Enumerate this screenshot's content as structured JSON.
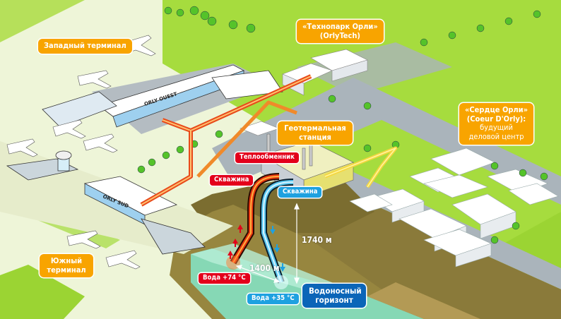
{
  "labels": {
    "west_terminal": "Западный терминал",
    "orlytech_line1": "«Технопарк Орли»",
    "orlytech_line2": "(OrlyTech)",
    "coeur_line1": "«Сердце Орли»",
    "coeur_line2": "(Coeur D'Orly):",
    "coeur_line3": "будущий",
    "coeur_line4": "деловой центр",
    "geothermal_station": "Геотермальная станция",
    "heat_exchanger": "Теплообменник",
    "well_hot": "Скважина",
    "well_cold": "Скважина",
    "south_terminal": "Южный терминал",
    "water_hot": "Вода +74 °С",
    "water_cold": "Вода +35 °С",
    "aquifer": "Водоносный горизонт",
    "depth": "1740 м",
    "distance": "1400 м"
  },
  "building_signs": {
    "orly_ouest": "ORLY OUEST",
    "orly_sud": "ORLY SUD"
  },
  "colors": {
    "label_orange": "#f8a400",
    "label_red": "#e3001b",
    "label_blue": "#1ea1e0",
    "label_dark_blue": "#0b65b8",
    "grass": "#9bd433",
    "road": "#aab4bb",
    "soil": "#8a7a3a",
    "aquifer": "#8fe0c0",
    "hot_pipe": "#e84a1a",
    "cold_pipe": "#5ac8f0",
    "supply_pipe": "#f5d640"
  }
}
